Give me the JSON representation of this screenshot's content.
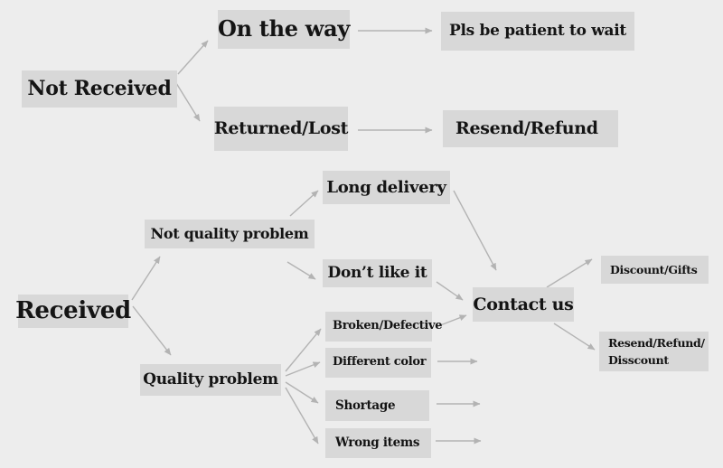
{
  "diagram": {
    "colors": {
      "background": "#ededed",
      "node_background": "#d8d8d8",
      "arrow": "#b3b3b3",
      "text": "#141414"
    },
    "nodes": {
      "not_received": "Not Received",
      "on_the_way": "On the way",
      "pls_wait": "Pls be patient to wait",
      "returned_lost": "Returned/Lost",
      "resend_refund": "Resend/Refund",
      "received": "Received",
      "not_quality_problem": "Not quality problem",
      "long_delivery": "Long delivery",
      "dont_like_it": "Don’t like it",
      "quality_problem": "Quality problem",
      "broken_defective": "Broken/Defective",
      "different_color": "Different color",
      "shortage": "Shortage",
      "wrong_items": "Wrong items",
      "contact_us": "Contact us",
      "discount_gifts": "Discount/Gifts",
      "resend_refund_disscount_line1": "Resend/Refund/",
      "resend_refund_disscount_line2": "Disscount"
    },
    "edges": [
      {
        "from": "Not Received",
        "to": "On the way"
      },
      {
        "from": "Not Received",
        "to": "Returned/Lost"
      },
      {
        "from": "On the way",
        "to": "Pls be patient to wait"
      },
      {
        "from": "Returned/Lost",
        "to": "Resend/Refund"
      },
      {
        "from": "Received",
        "to": "Not quality problem"
      },
      {
        "from": "Received",
        "to": "Quality problem"
      },
      {
        "from": "Not quality problem",
        "to": "Long delivery"
      },
      {
        "from": "Not quality problem",
        "to": "Don’t like it"
      },
      {
        "from": "Long delivery",
        "to": "Contact us"
      },
      {
        "from": "Don’t like it",
        "to": "Contact us"
      },
      {
        "from": "Quality problem",
        "to": "Broken/Defective"
      },
      {
        "from": "Quality problem",
        "to": "Different color"
      },
      {
        "from": "Quality problem",
        "to": "Shortage"
      },
      {
        "from": "Quality problem",
        "to": "Wrong items"
      },
      {
        "from": "Broken/Defective",
        "to": "Contact us"
      },
      {
        "from": "Different color",
        "to": "Contact us"
      },
      {
        "from": "Shortage",
        "to": "Contact us"
      },
      {
        "from": "Wrong items",
        "to": "Contact us"
      },
      {
        "from": "Contact us",
        "to": "Discount/Gifts"
      },
      {
        "from": "Contact us",
        "to": "Resend/Refund/ Disscount"
      }
    ]
  }
}
